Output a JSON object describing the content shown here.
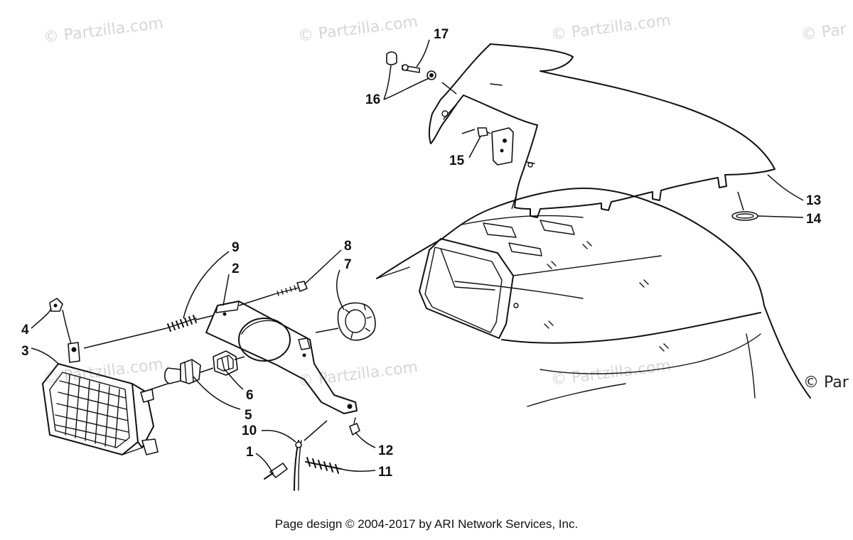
{
  "watermarks": [
    "© Partzilla.com",
    "© Partzilla.com",
    "© Partzilla.com",
    "© Par",
    "© Partzilla.com",
    "© Partzilla.com",
    "© Partzilla.com",
    "© Par"
  ],
  "callouts": {
    "c1": "1",
    "c2": "2",
    "c3": "3",
    "c4": "4",
    "c5": "5",
    "c6": "6",
    "c7": "7",
    "c8": "8",
    "c9": "9",
    "c10": "10",
    "c11": "11",
    "c12": "12",
    "c13": "13",
    "c14": "14",
    "c15": "15",
    "c16": "16",
    "c17": "17"
  },
  "footer": "Page design © 2004-2017 by ARI Network Services, Inc."
}
